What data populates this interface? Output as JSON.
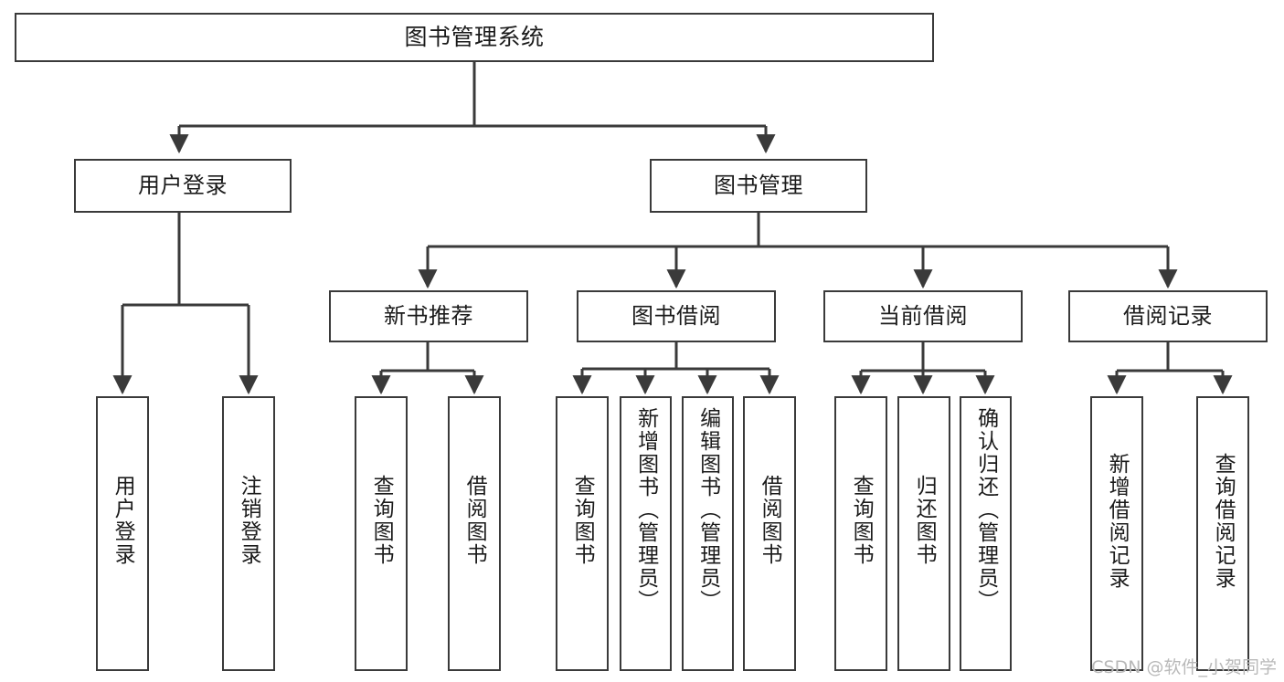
{
  "diagram": {
    "title": "图书管理系统",
    "type": "功能结构图",
    "stroke_color": "#3a3a3a",
    "background_color": "#ffffff",
    "text_color": "#1b1b1b"
  },
  "nodes": {
    "root": {
      "label": "图书管理系统"
    },
    "level2": [
      {
        "label": "用户登录"
      },
      {
        "label": "图书管理"
      }
    ],
    "level3": [
      {
        "label": "新书推荐"
      },
      {
        "label": "图书借阅"
      },
      {
        "label": "当前借阅"
      },
      {
        "label": "借阅记录"
      }
    ],
    "leaves_user_login": [
      {
        "label": "用户登录"
      },
      {
        "label": "注销登录"
      }
    ],
    "leaves_new_book": [
      {
        "label": "查询图书"
      },
      {
        "label": "借阅图书"
      }
    ],
    "leaves_borrow": [
      {
        "label": "查询图书"
      },
      {
        "label": "新增图书（管理员）"
      },
      {
        "label": "编辑图书（管理员）"
      },
      {
        "label": "借阅图书"
      }
    ],
    "leaves_current": [
      {
        "label": "查询图书"
      },
      {
        "label": "归还图书"
      },
      {
        "label": "确认归还（管理员）"
      }
    ],
    "leaves_records": [
      {
        "label": "新增借阅记录"
      },
      {
        "label": "查询借阅记录"
      }
    ]
  },
  "watermark": {
    "text": "CSDN @软件_小贺同学"
  }
}
